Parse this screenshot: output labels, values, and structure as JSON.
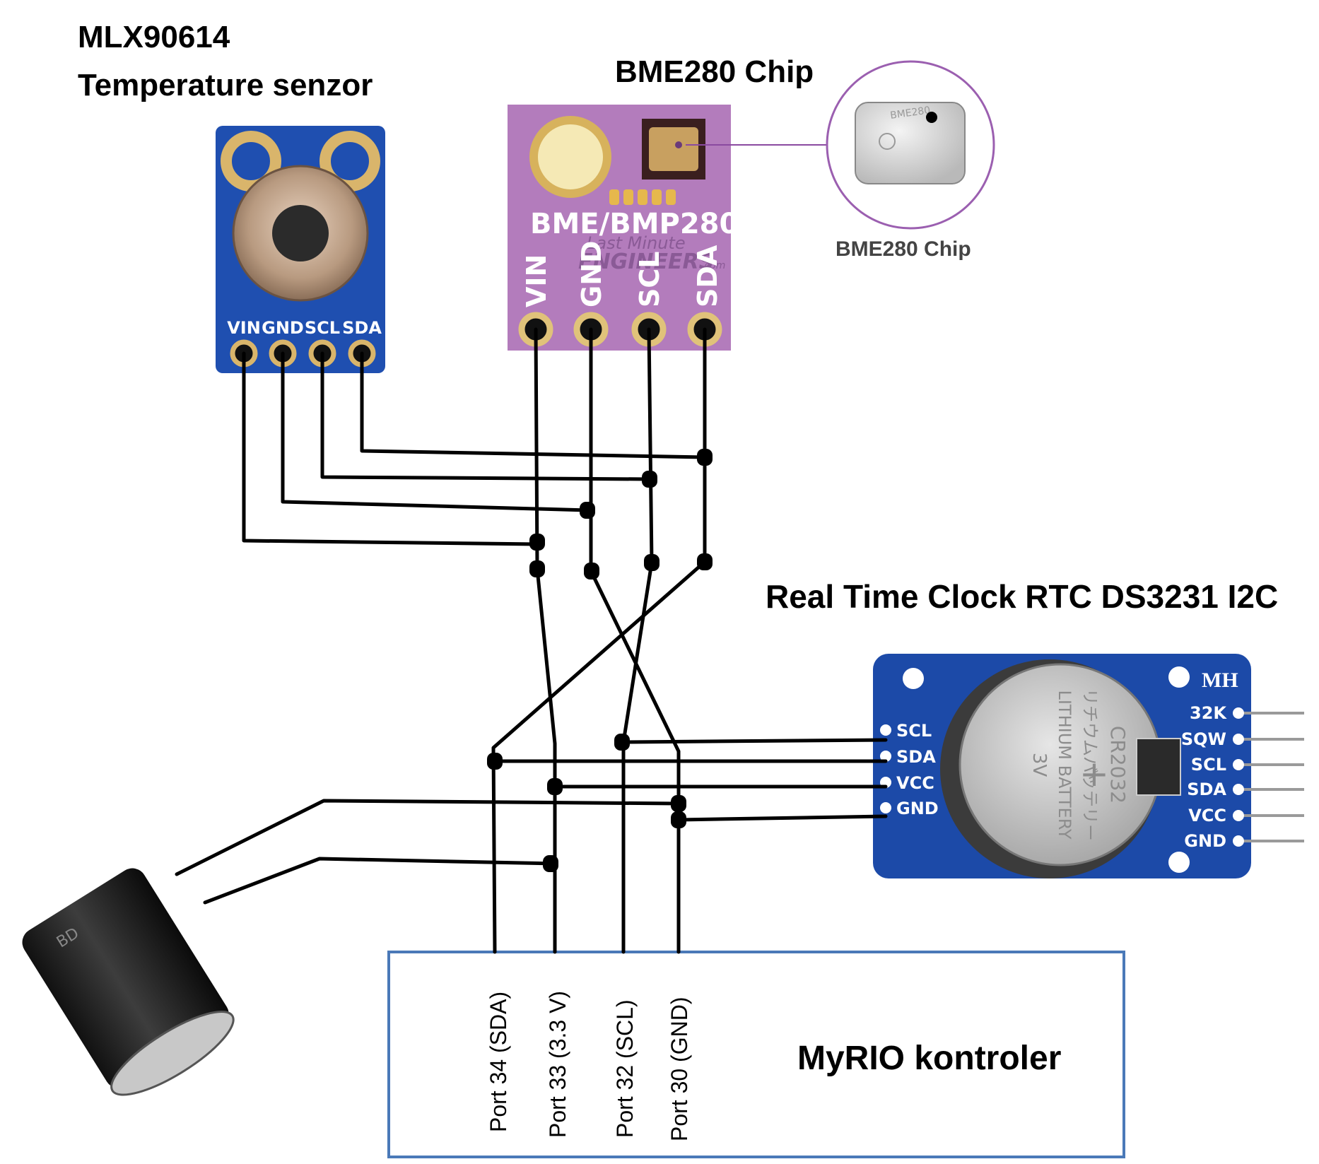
{
  "sensor_mlx": {
    "title_line1": "MLX90614",
    "title_line2": "Temperature senzor",
    "pins": [
      "VIN",
      "GND",
      "SCL",
      "SDA"
    ]
  },
  "sensor_bme": {
    "title": "BME280 Chip",
    "board_label": "BME/BMP280",
    "watermark_line1": "Last Minute",
    "watermark_line2": "ENGINEERS",
    "watermark_suffix": ".com",
    "pins": [
      "VIN",
      "GND",
      "SCL",
      "SDA"
    ],
    "chip_caption": "BME280 Chip",
    "chip_marking": "BME280"
  },
  "rtc": {
    "title": "Real Time Clock RTC DS3231 I2C",
    "brand": "MH",
    "left_pins": [
      "SCL",
      "SDA",
      "VCC",
      "GND"
    ],
    "right_pins": [
      "32K",
      "SQW",
      "SCL",
      "SDA",
      "VCC",
      "GND"
    ],
    "battery_line1": "CR2032",
    "battery_line2": "リチウムバッテリー",
    "battery_line3": "LITHIUM BATTERY",
    "battery_line4": "3V",
    "battery_plus": "+"
  },
  "controller": {
    "title": "MyRIO kontroler",
    "ports": [
      "Port 34 (SDA)",
      "Port 33 (3.3 V)",
      "Port 32 (SCL)",
      "Port 30 (GND)"
    ]
  },
  "capacitor": {
    "marking": "BD"
  }
}
